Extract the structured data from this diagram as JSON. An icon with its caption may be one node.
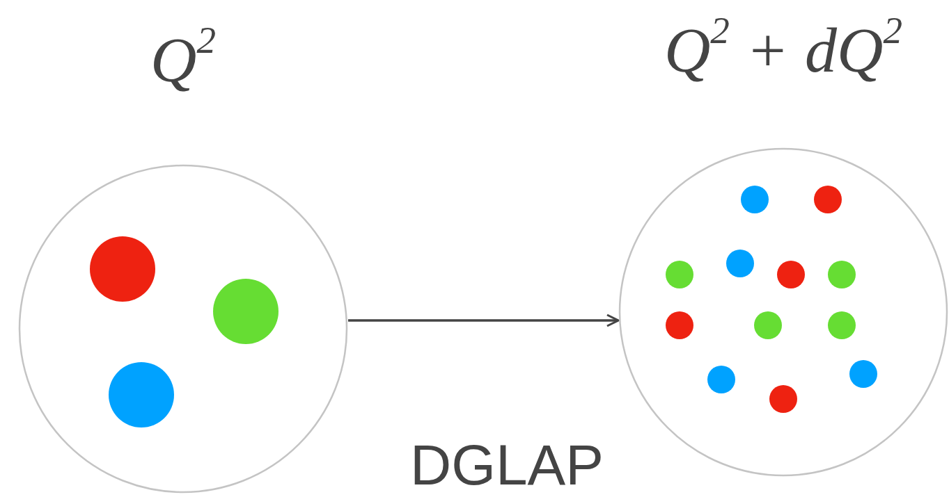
{
  "diagram": {
    "nodes": [
      {
        "text": [
          "Q$^{2}$"
        ]
      },
      {
        "text": [
          "Q$^{2}$ + dQ$^{2}$"
        ]
      }
    ],
    "edges": [
      {
        "from": 0,
        "to": 1,
        "arrow": "to",
        "label": "DGLAP"
      }
    ]
  }
}
